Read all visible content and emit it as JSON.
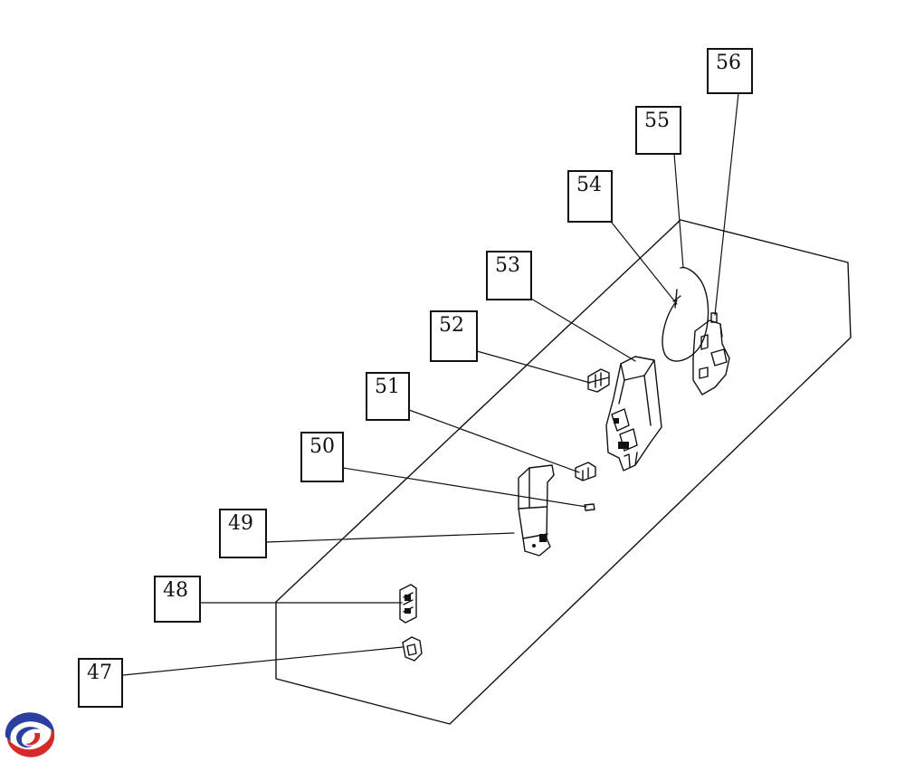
{
  "callouts": [
    {
      "id": "47",
      "label": "47"
    },
    {
      "id": "48",
      "label": "48"
    },
    {
      "id": "49",
      "label": "49"
    },
    {
      "id": "50",
      "label": "50"
    },
    {
      "id": "51",
      "label": "51"
    },
    {
      "id": "52",
      "label": "52"
    },
    {
      "id": "53",
      "label": "53"
    },
    {
      "id": "54",
      "label": "54"
    },
    {
      "id": "55",
      "label": "55"
    },
    {
      "id": "56",
      "label": "56"
    }
  ],
  "logo": {
    "icon": "brand-swirl-logo",
    "colors": {
      "blue": "#2b3fa0",
      "red": "#d42a2a"
    }
  },
  "line_color": "#111111"
}
